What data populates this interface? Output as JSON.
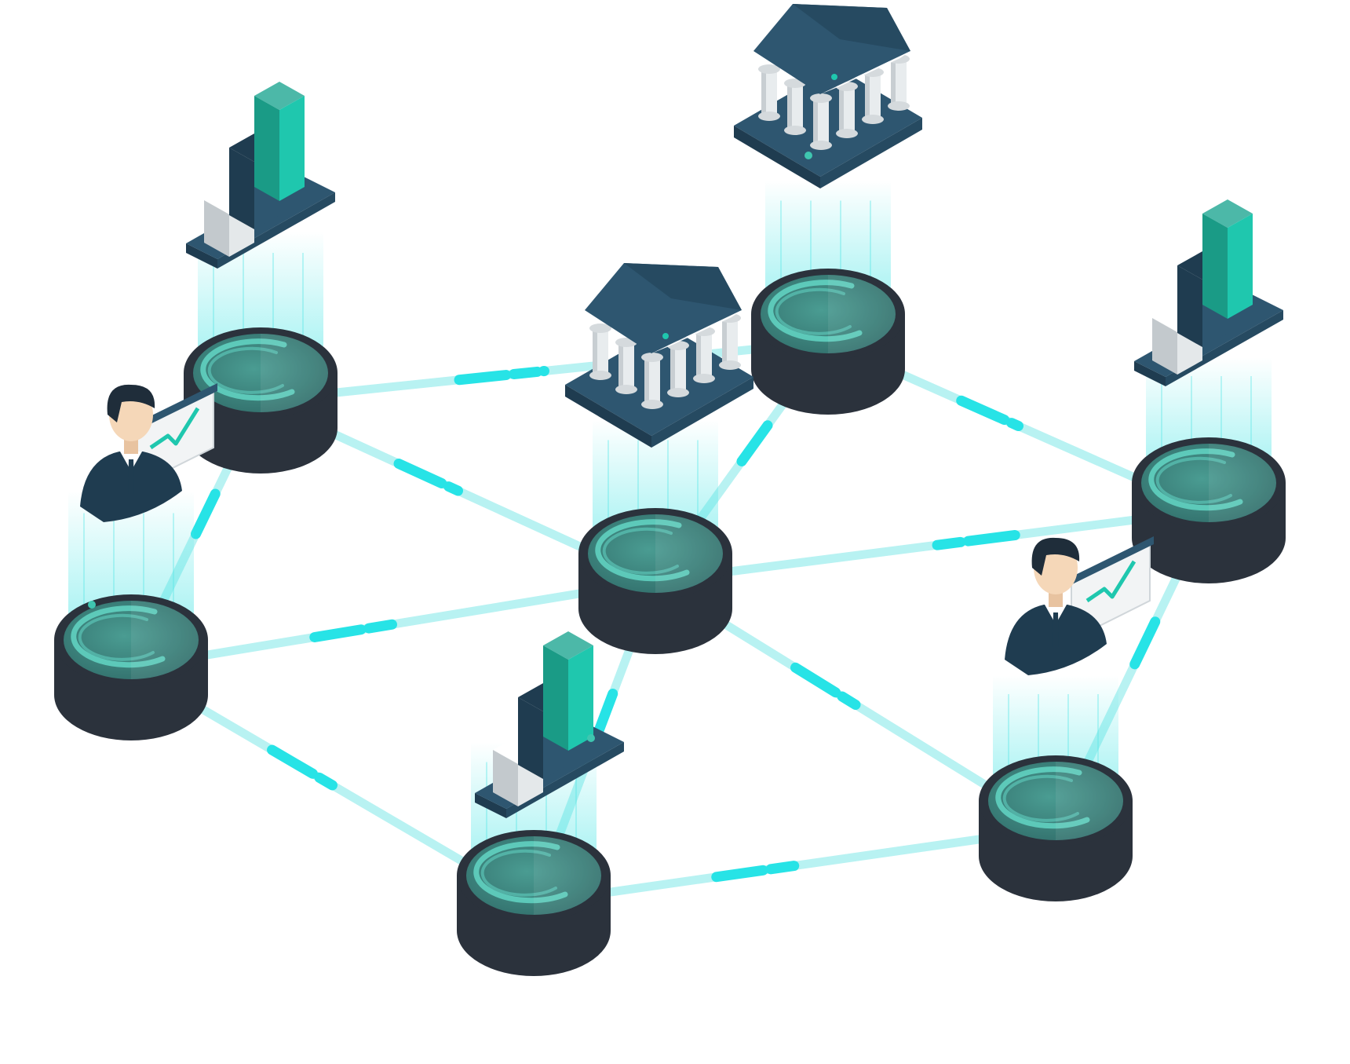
{
  "colors": {
    "background": "#ffffff",
    "link": "#b8f2f2",
    "link_glow": "#27e3e6",
    "node_body": "#2b323c",
    "node_dark": "#1f252d",
    "node_face": "#3b7f7a",
    "node_face_light": "#4a9c92",
    "node_ring": "#63d6c4",
    "beam": "#4fe6e6",
    "navy": "#2e5670",
    "navy_dark": "#1f3c50",
    "navy_side": "#264a61",
    "teal": "#1fc7ae",
    "teal_dark": "#1a9b86",
    "grey_block": "#e4e8ea",
    "grey_block_side": "#c3c9cd",
    "column": "#e8ecee",
    "skin": "#f5d7b8",
    "hair": "#1f2d3a",
    "suit": "#1f3c50"
  },
  "nodes": [
    {
      "id": "n1",
      "icon": "bar-chart-icon"
    },
    {
      "id": "n2",
      "icon": "bank-icon"
    },
    {
      "id": "n3",
      "icon": "bar-chart-icon"
    },
    {
      "id": "n4",
      "icon": "businessman-icon"
    },
    {
      "id": "n5",
      "icon": "bank-icon"
    },
    {
      "id": "n6",
      "icon": "businessman-icon"
    },
    {
      "id": "n7",
      "icon": "bar-chart-icon"
    },
    {
      "id": "n8",
      "icon": "none"
    }
  ],
  "links": [
    [
      "n1",
      "n5"
    ],
    [
      "n5",
      "n2"
    ],
    [
      "n1",
      "n8"
    ],
    [
      "n1",
      "n4"
    ],
    [
      "n4",
      "n8"
    ],
    [
      "n4",
      "n9"
    ],
    [
      "n8",
      "n9"
    ],
    [
      "n8",
      "n7"
    ],
    [
      "n8",
      "n10"
    ],
    [
      "n2",
      "n8"
    ],
    [
      "n2",
      "n3"
    ],
    [
      "n3",
      "n8"
    ],
    [
      "n3",
      "n10"
    ],
    [
      "n9",
      "n10"
    ]
  ]
}
